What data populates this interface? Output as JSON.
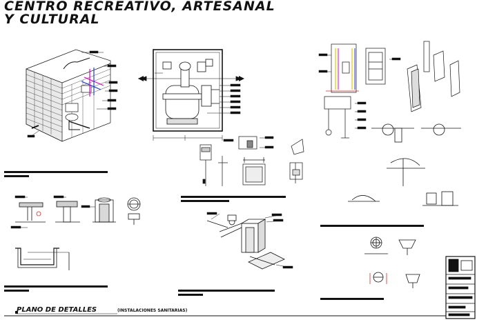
{
  "title": {
    "line1": "CENTRO RECREATIVO, ARTESANAL",
    "line2": "Y CULTURAL"
  },
  "sheet": {
    "name": "PLANO DE DETALLES",
    "subtitle": "(INSTALACIONES SANITARIAS)"
  },
  "colors": {
    "ink": "#111111",
    "pipe_magenta": "#e000c8",
    "pipe_blue": "#1e3cd2",
    "pipe_yellow": "#e6c800",
    "pipe_red": "#d22828",
    "paper": "#ffffff"
  },
  "icons": [
    "arrow-left-icon",
    "arrow-right-icon",
    "north-arrow-icon"
  ]
}
